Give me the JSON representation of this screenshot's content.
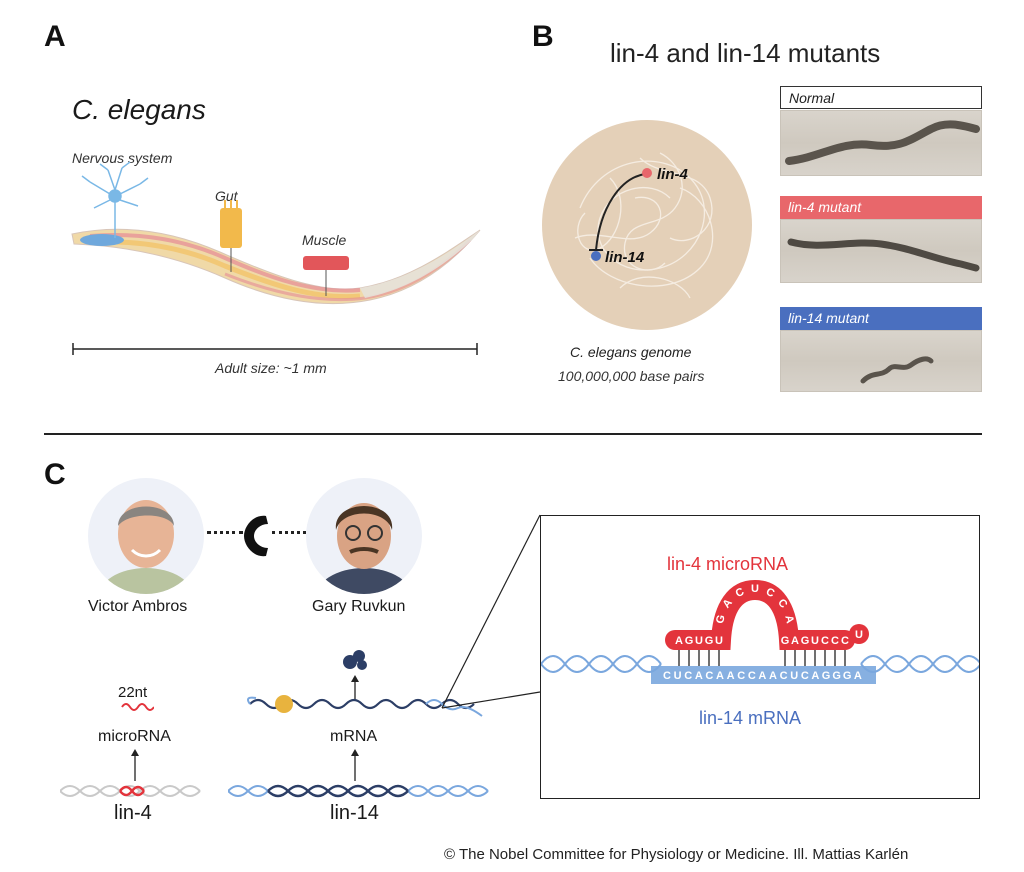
{
  "panels": {
    "a": "A",
    "b": "B",
    "c": "C"
  },
  "panel_a": {
    "species": "C. elegans",
    "nervous_system": "Nervous system",
    "gut": "Gut",
    "muscle": "Muscle",
    "size": "Adult size: ~1 mm"
  },
  "panel_b": {
    "title": "lin-4 and lin-14 mutants",
    "gene_lin4": "lin-4",
    "gene_lin14": "lin-14",
    "genome_title": "C. elegans genome",
    "genome_size": "100,000,000 base pairs",
    "normal": "Normal",
    "lin4_mutant": "lin-4 mutant",
    "lin14_mutant": "lin-14 mutant",
    "colors": {
      "lin4": "#e8676b",
      "lin14": "#4a6fbf"
    }
  },
  "panel_c": {
    "person1": "Victor Ambros",
    "person2": "Gary Ruvkun",
    "nt_label": "22nt",
    "microrna_label": "microRNA",
    "mrna_label": "mRNA",
    "gene1": "lin-4",
    "gene2": "lin-14",
    "zoom_title": "lin-4 microRNA",
    "zoom_bottom": "lin-14 mRNA",
    "mirna_left": [
      "A",
      "G",
      "U",
      "G",
      "U"
    ],
    "mirna_loop": [
      "G",
      "A",
      "C",
      "U",
      "C",
      "C",
      "A"
    ],
    "mirna_right": [
      "G",
      "A",
      "G",
      "U",
      "C",
      "C",
      "C",
      "U"
    ],
    "mrna_seq": [
      "C",
      "U",
      "C",
      "A",
      "C",
      "A",
      "A",
      "C",
      "C",
      "A",
      "A",
      "C",
      "U",
      "C",
      "A",
      "G",
      "G",
      "G",
      "A"
    ]
  },
  "credit": "© The Nobel Committee for Physiology or Medicine. Ill. Mattias Karlén"
}
